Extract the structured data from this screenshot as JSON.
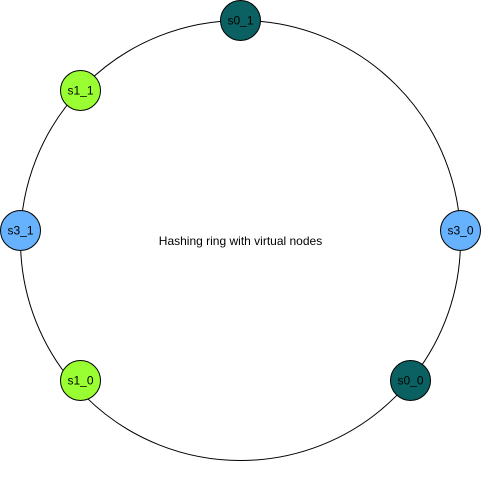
{
  "diagram": {
    "caption": "Hashing ring with virtual nodes",
    "nodes": [
      {
        "label": "s0_1",
        "color": "#0b6161"
      },
      {
        "label": "s1_1",
        "color": "#99ff33"
      },
      {
        "label": "s3_1",
        "color": "#66b2ff"
      },
      {
        "label": "s3_0",
        "color": "#66b2ff"
      },
      {
        "label": "s1_0",
        "color": "#99ff33"
      },
      {
        "label": "s0_0",
        "color": "#0b6161"
      }
    ]
  }
}
